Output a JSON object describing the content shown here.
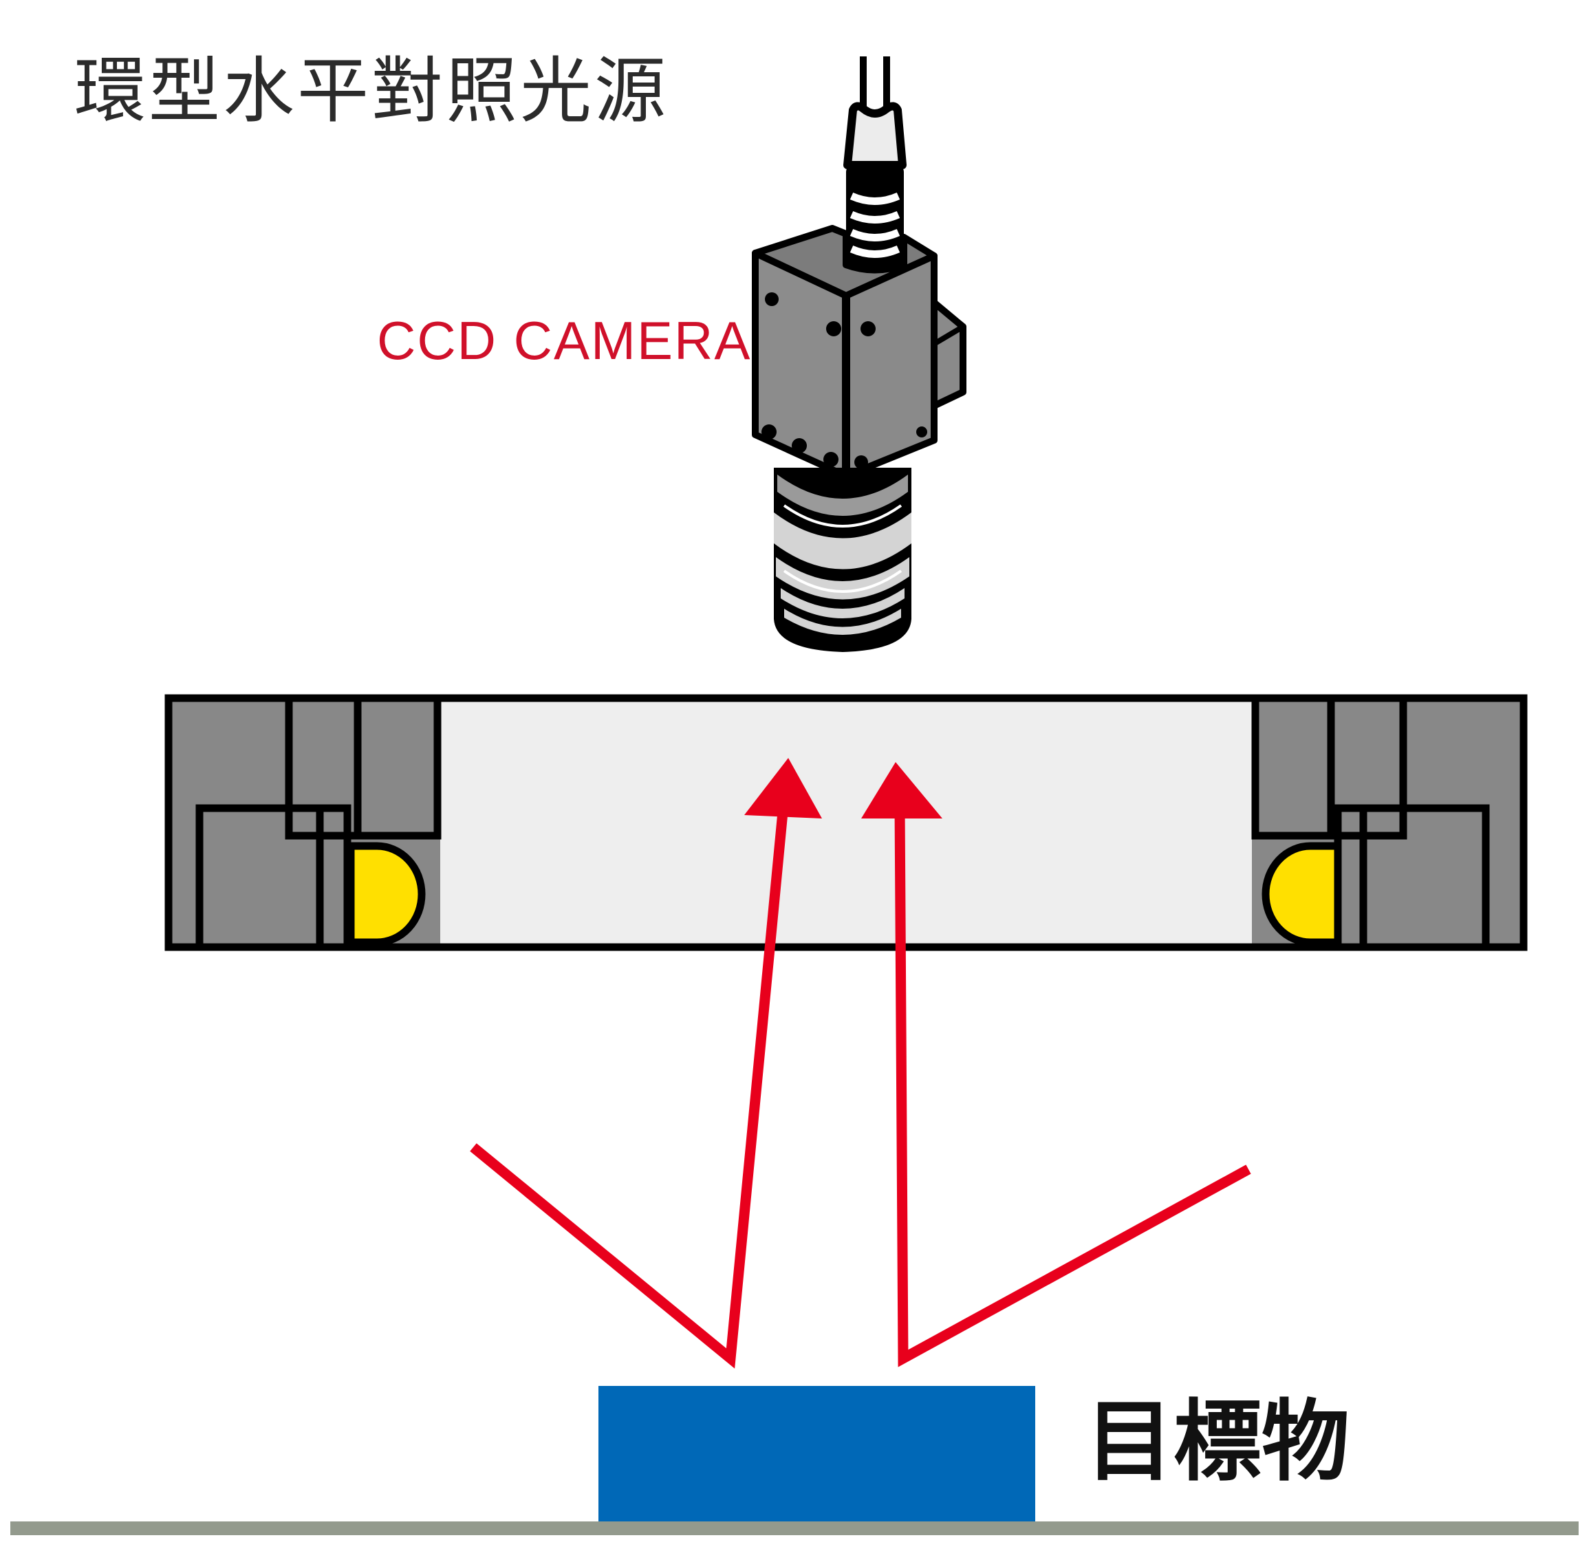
{
  "title": "環型水平對照光源",
  "camera": {
    "label": "CCD CAMERA",
    "label_color": "#d0102a",
    "body_color": "#8a8a8a",
    "lens_ring_color": "#d4d4d4"
  },
  "ring_light": {
    "frame_color": "#000000",
    "housing_color": "#888888",
    "interior_color": "#eeeeee",
    "led_color": "#ffe000",
    "led_count_shown": 2
  },
  "light_rays": {
    "color": "#e8001c",
    "rays": [
      {
        "name": "left-reflected-ray",
        "direction": "incident from upper-left, reflected upward into camera"
      },
      {
        "name": "right-reflected-ray",
        "direction": "incident from upper-right, reflected upward into camera"
      }
    ]
  },
  "target": {
    "label": "目標物",
    "color": "#0068b7",
    "label_color": "#111111"
  },
  "floor": {
    "color": "#939a8d"
  }
}
